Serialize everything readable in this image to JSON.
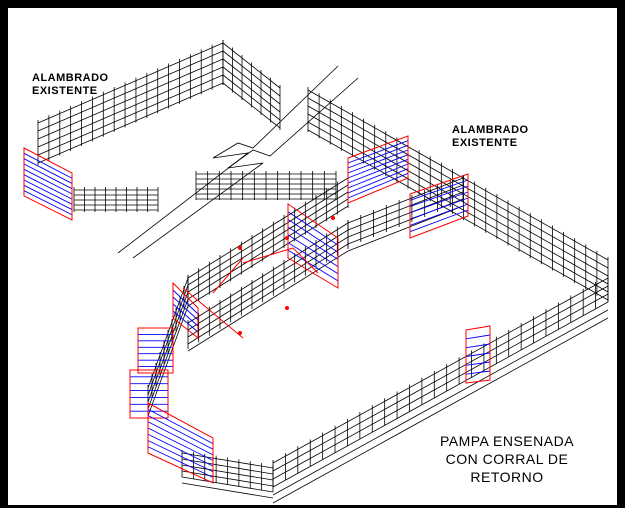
{
  "labels": {
    "existing_fence_left": [
      "ALAMBRADO",
      "EXISTENTE"
    ],
    "existing_fence_right": [
      "ALAMBRADO",
      "EXISTENTE"
    ]
  },
  "title": [
    "PAMPA ENSENADA",
    "CON CORRAL DE",
    "RETORNO"
  ],
  "colors": {
    "fence": "#000000",
    "gate_frame": "#ff0000",
    "gate_bars": "#0000ff",
    "background": "#ffffff",
    "border": "#000000"
  }
}
